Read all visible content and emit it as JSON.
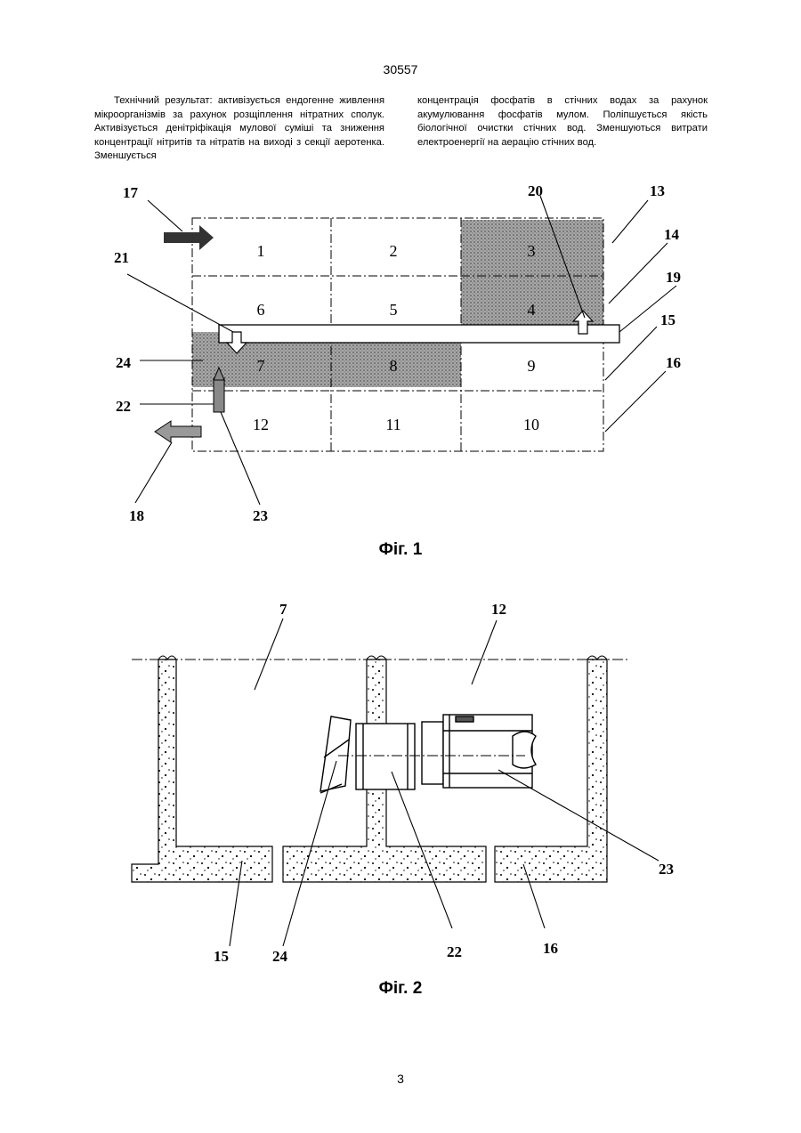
{
  "header": {
    "doc_number": "30557"
  },
  "text": {
    "left": "Технічний результат: активізується ендогенне живлення мікроорганізмів за рахунок розщіплення нітратних сполук. Активізується денітріфікація мулової суміші та зниження концентрації нітритів та нітратів на виході з секції аеротенка. Зменшується",
    "right": "концентрація фосфатів в стічних водах за рахунок акумулювання фосфатів мулом. Поліпшується якість біологічної очистки стічних вод. Зменшуються витрати електроенергії на аерацію стічних вод."
  },
  "fig1": {
    "caption": "Фіг. 1",
    "cells": [
      "1",
      "2",
      "3",
      "6",
      "5",
      "4",
      "7",
      "8",
      "9",
      "12",
      "11",
      "10"
    ],
    "labels": [
      "17",
      "21",
      "24",
      "22",
      "18",
      "23",
      "20",
      "13",
      "14",
      "19",
      "15",
      "16"
    ]
  },
  "fig2": {
    "caption": "Фіг. 2",
    "labels": [
      "7",
      "12",
      "15",
      "24",
      "22",
      "16",
      "23"
    ]
  },
  "footer": {
    "page_number": "3"
  },
  "colors": {
    "ink": "#000000",
    "shade": "#888888",
    "paper": "#ffffff"
  }
}
